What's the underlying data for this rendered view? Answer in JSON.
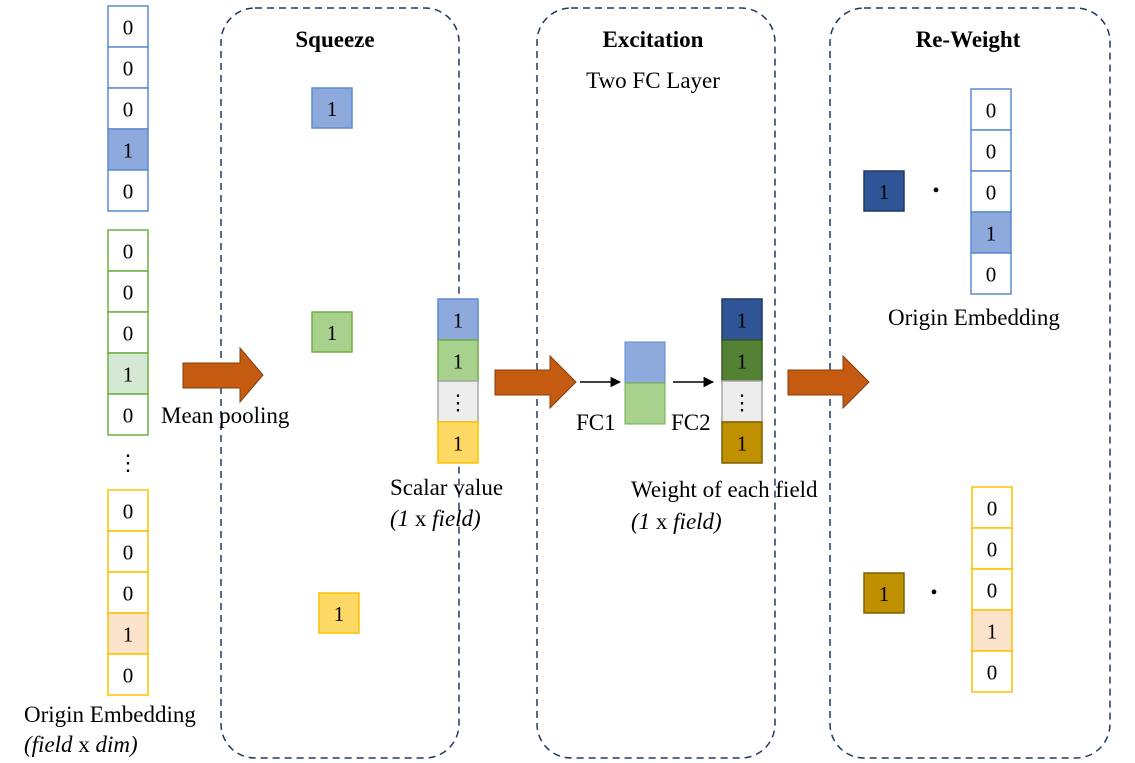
{
  "panels": {
    "squeeze": {
      "title": "Squeeze"
    },
    "excitation": {
      "title": "Excitation",
      "subtitle": "Two FC Layer"
    },
    "reweight": {
      "title": "Re-Weight"
    }
  },
  "labels": {
    "mean_pooling": "Mean pooling",
    "fc1": "FC1",
    "fc2": "FC2",
    "origin_embedding_left": "Origin Embedding",
    "origin_embedding_left_dims_italic_1": "(field",
    "origin_embedding_left_dims_x": " x ",
    "origin_embedding_left_dims_italic_2": "dim)",
    "scalar_value": "Scalar value",
    "scalar_dims_italic_1": "(1",
    "scalar_dims_x": " x ",
    "scalar_dims_italic_2": "field)",
    "weight_each_field": "Weight of each field",
    "weight_dims_italic_1": "(1",
    "weight_dims_x": " x ",
    "weight_dims_italic_2": "field)",
    "origin_embedding_right": "Origin Embedding",
    "dot_operator": "•",
    "vertical_ellipsis": "⋮"
  },
  "colors": {
    "blue": "#8EA9DB",
    "blue_border": "#5B8BD0",
    "green": "#A9D18E",
    "green_border": "#70AD47",
    "yellow": "#FFD966",
    "yellow_border": "#FFC000",
    "light_green": "#D5E8D4",
    "light_orange": "#FCE4CC",
    "dark_blue": "#2F5597",
    "dark_green": "#548235",
    "dark_gold": "#BF9000",
    "gray": "#EDEDED",
    "gray_border": "#A6A6A6",
    "arrow": "#C55A11",
    "dashed": "#1F3864"
  },
  "embeddings": {
    "blue": [
      "0",
      "0",
      "0",
      "1",
      "0"
    ],
    "green": [
      "0",
      "0",
      "0",
      "1",
      "0"
    ],
    "yellow": [
      "0",
      "0",
      "0",
      "1",
      "0"
    ]
  },
  "squeeze_values": {
    "blue": "1",
    "green": "1",
    "yellow": "1"
  },
  "scalar_column": [
    "1",
    "1",
    "⋮",
    "1"
  ],
  "weight_column": [
    "1",
    "1",
    "⋮",
    "1"
  ],
  "reweight": {
    "top": {
      "weight": "1",
      "values": [
        "0",
        "0",
        "0",
        "1",
        "0"
      ]
    },
    "bottom": {
      "weight": "1",
      "values": [
        "0",
        "0",
        "0",
        "1",
        "0"
      ]
    }
  }
}
